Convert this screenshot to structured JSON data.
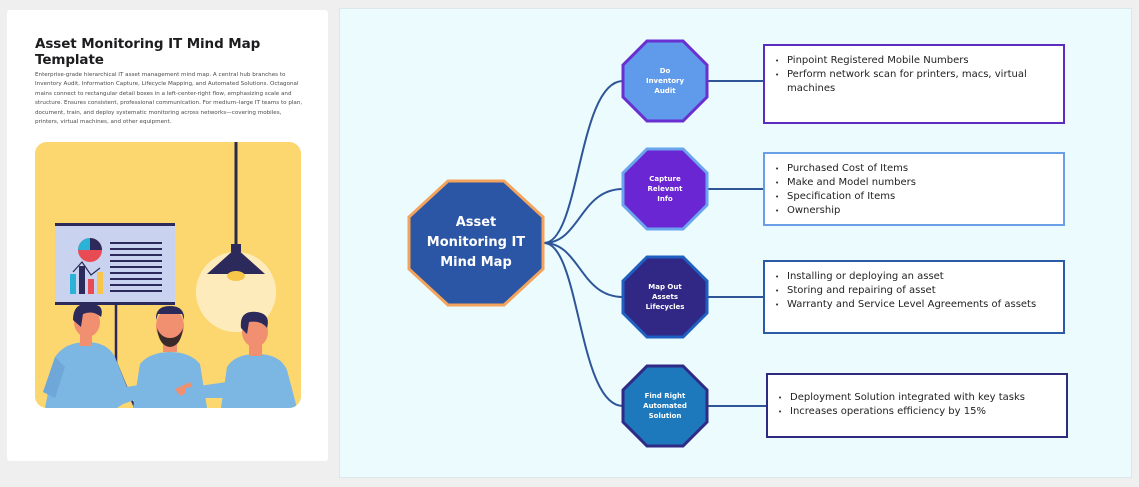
{
  "template": {
    "title": "Asset Monitoring IT Mind Map Template",
    "description": "Enterprise-grade hierarchical IT asset management mind map. A central hub branches to Inventory Audit, Information Capture, Lifecycle Mapping, and Automated Solutions. Octagonal mains connect to rectangular detail boxes in a left-center-right flow, emphasizing scale and structure. Ensures consistent, professional communication. For medium–large IT teams to plan, document, train, and deploy systematic monitoring across networks—covering mobiles, printers, virtual machines, and other equipment.",
    "illustration": "team-presentation-illustration"
  },
  "mindmap": {
    "hub": {
      "label": "Asset Monitoring IT Mind Map",
      "fill": "#2b55a5",
      "stroke": "#f3a35c"
    },
    "connector_color": "#2d5597",
    "branches": [
      {
        "label": "Do Inventory Audit",
        "fill": "#5f9bea",
        "stroke": "#6a2fd1",
        "box_border": "#5b2bc2",
        "details": [
          "Pinpoint Registered Mobile Numbers",
          "Perform network scan for printers, macs, virtual machines"
        ]
      },
      {
        "label": "Capture Relevant Info",
        "fill": "#6a26d2",
        "stroke": "#6aa3ee",
        "box_border": "#6a9ee6",
        "details": [
          "Purchased Cost of Items",
          "Make and Model numbers",
          "Specification of Items",
          "Ownership"
        ]
      },
      {
        "label": "Map Out Assets Lifecycles",
        "fill": "#312784",
        "stroke": "#1f5fc2",
        "box_border": "#2b5aa6",
        "details": [
          "Installing or deploying an asset",
          "Storing and repairing of asset",
          "Warranty and Service Level Agreements of assets"
        ]
      },
      {
        "label": "Find Right Automated Solution",
        "fill": "#1d79bb",
        "stroke": "#2f2a85",
        "box_border": "#2e2a80",
        "details": [
          "Deployment Solution integrated with key tasks",
          "Increases operations efficiency by 15%"
        ]
      }
    ]
  }
}
